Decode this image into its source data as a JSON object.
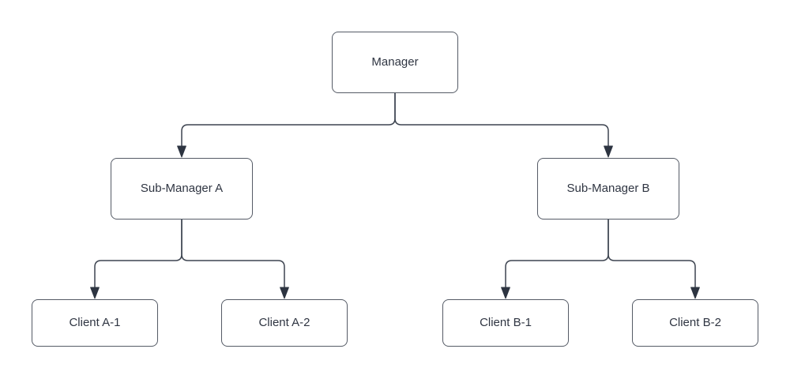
{
  "diagram": {
    "type": "org-chart-tree",
    "nodes": {
      "manager": {
        "label": "Manager"
      },
      "sub_a": {
        "label": "Sub-Manager A"
      },
      "sub_b": {
        "label": "Sub-Manager B"
      },
      "client_a1": {
        "label": "Client A-1"
      },
      "client_a2": {
        "label": "Client A-2"
      },
      "client_b1": {
        "label": "Client B-1"
      },
      "client_b2": {
        "label": "Client B-2"
      }
    },
    "edges": [
      {
        "from": "Manager",
        "to": "Sub-Manager A",
        "arrow": "filled-triangle"
      },
      {
        "from": "Manager",
        "to": "Sub-Manager B",
        "arrow": "filled-triangle"
      },
      {
        "from": "Sub-Manager A",
        "to": "Client A-1",
        "arrow": "filled-triangle"
      },
      {
        "from": "Sub-Manager A",
        "to": "Client A-2",
        "arrow": "filled-triangle"
      },
      {
        "from": "Sub-Manager B",
        "to": "Client B-1",
        "arrow": "filled-triangle"
      },
      {
        "from": "Sub-Manager B",
        "to": "Client B-2",
        "arrow": "filled-triangle"
      }
    ]
  },
  "colors": {
    "background": "#ffffff",
    "box_border": "#555b66",
    "box_fill": "#ffffff",
    "line": "#3d4450",
    "arrow": "#2d3441",
    "text": "#2f3542"
  }
}
